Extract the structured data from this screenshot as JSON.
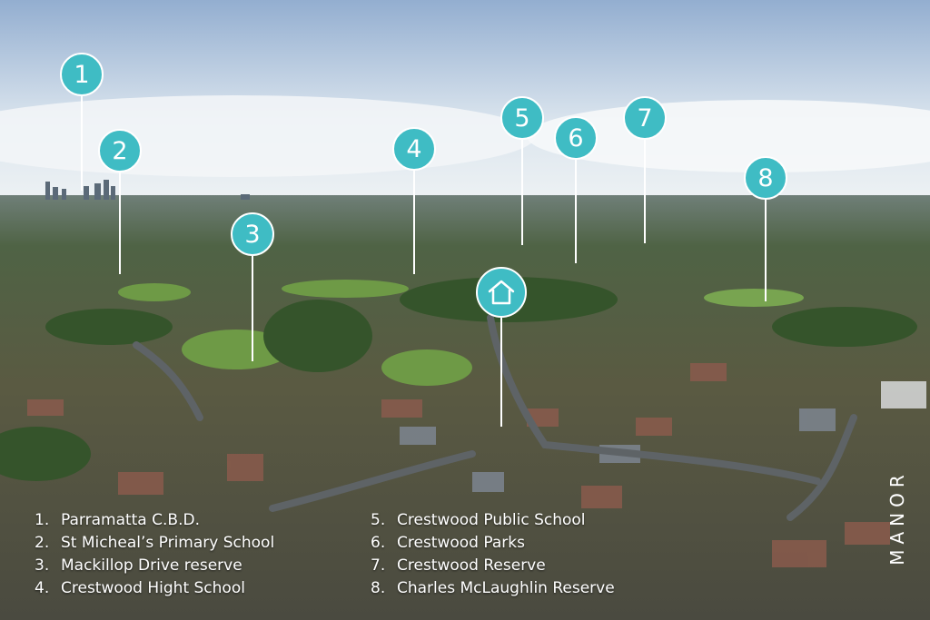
{
  "photo": {
    "sky_top": "#9fb6cf",
    "sky_bottom": "#e8eef4",
    "horizon": "#8a9aa0",
    "vegetation": "#3f6131",
    "roofs": "#8a5a4a",
    "road": "#5d6366"
  },
  "marker_color": "#3fbcc4",
  "markers": [
    {
      "label": "1"
    },
    {
      "label": "2"
    },
    {
      "label": "3"
    },
    {
      "label": "4"
    },
    {
      "label": "5"
    },
    {
      "label": "6"
    },
    {
      "label": "7"
    },
    {
      "label": "8"
    }
  ],
  "home_marker": {
    "icon": "house-icon"
  },
  "legend": [
    {
      "num": "1.",
      "name": "Parramatta C.B.D."
    },
    {
      "num": "2.",
      "name": "St Micheal’s Primary School"
    },
    {
      "num": "3.",
      "name": "Mackillop Drive reserve"
    },
    {
      "num": "4.",
      "name": "Crestwood Hight School"
    },
    {
      "num": "5.",
      "name": "Crestwood Public School"
    },
    {
      "num": "6.",
      "name": "Crestwood Parks"
    },
    {
      "num": "7.",
      "name": "Crestwood Reserve"
    },
    {
      "num": "8.",
      "name": "Charles McLaughlin Reserve"
    }
  ],
  "brand": "MANOR"
}
